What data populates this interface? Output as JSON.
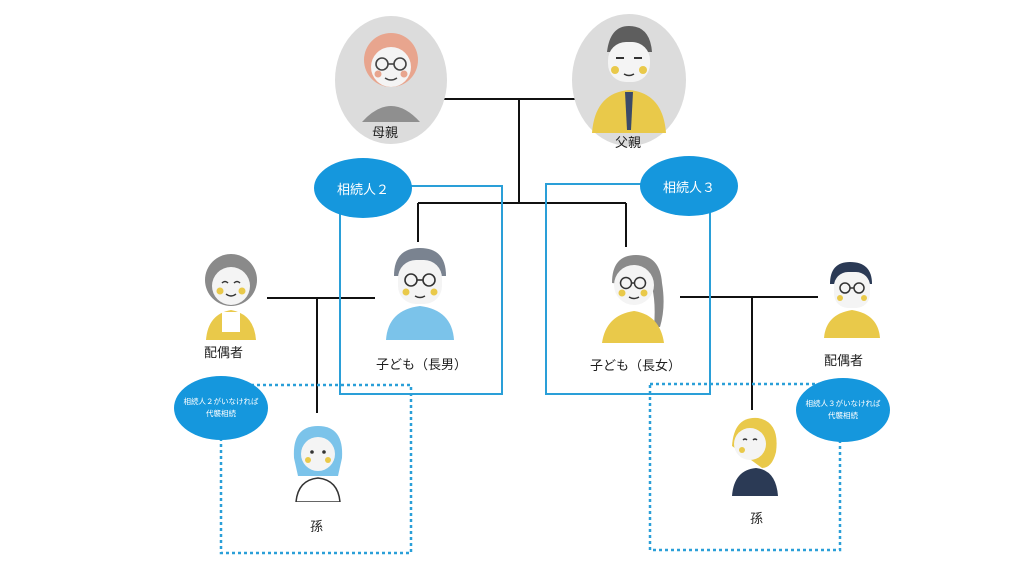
{
  "people": {
    "mother": "母親",
    "father": "父親",
    "spouse_left": "配偶者",
    "child_son": "子ども（長男）",
    "child_daughter": "子ども（長女）",
    "spouse_right": "配偶者",
    "grandchild_left": "孫",
    "grandchild_right": "孫"
  },
  "badges": {
    "heir2": "相続人２",
    "heir3": "相続人３",
    "note_left_line1": "相続人２がいなければ",
    "note_left_line2": "代襲相続",
    "note_right_line1": "相続人３がいなければ",
    "note_right_line2": "代襲相続"
  },
  "colors": {
    "accent_blue": "#1597dd",
    "box_blue": "#2a9fd8",
    "line": "#111111",
    "mustard": "#e9c94a",
    "grey_circle": "#dcdcdc"
  }
}
